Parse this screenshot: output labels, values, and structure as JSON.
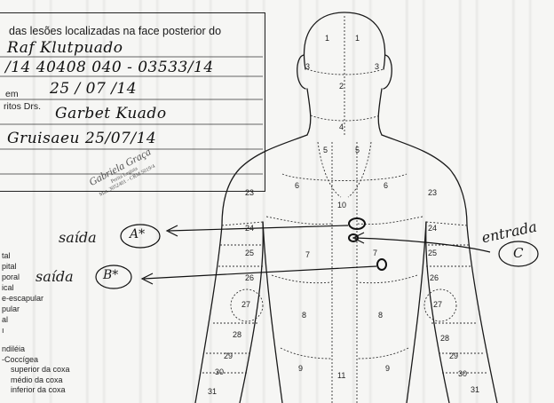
{
  "form": {
    "header": "das lesões localizadas na face posterior do",
    "handwritten_lines": [
      "Raf Klutpuado",
      "/14  40408   040 - 03533/14",
      "25 /    07          /14",
      "Garbet Kuado",
      "Gruisaeu            25/07/14"
    ],
    "printed_labels": [
      "em",
      "ritos Drs."
    ]
  },
  "stamp": {
    "name": "Gabriela Graça",
    "lines": [
      "Perita Legista",
      "Mat. 3052401 - CRM 5019/4"
    ]
  },
  "side_legend": {
    "upper": [
      "tal",
      "pital",
      "poral",
      "ical",
      "e-escapular",
      "pular",
      "al",
      "ı"
    ],
    "lower": [
      "ndiléia",
      "-Coccígea",
      "superior da coxa",
      "médio da coxa",
      "inferior da coxa"
    ]
  },
  "annotations": {
    "exit_a_word": "saída",
    "exit_a_marker": "A*",
    "exit_b_word": "saída",
    "exit_b_marker": "B*",
    "entry_word": "entrada",
    "entry_marker": "C"
  },
  "diagram_regions": [
    {
      "id": "r1a",
      "label": "1"
    },
    {
      "id": "r1b",
      "label": "1"
    },
    {
      "id": "r2",
      "label": "2"
    },
    {
      "id": "r3a",
      "label": "3"
    },
    {
      "id": "r3b",
      "label": "3"
    },
    {
      "id": "r4",
      "label": "4"
    },
    {
      "id": "r5a",
      "label": "5"
    },
    {
      "id": "r5b",
      "label": "5"
    },
    {
      "id": "r6a",
      "label": "6"
    },
    {
      "id": "r6b",
      "label": "6"
    },
    {
      "id": "r7a",
      "label": "7"
    },
    {
      "id": "r7b",
      "label": "7"
    },
    {
      "id": "r8a",
      "label": "8"
    },
    {
      "id": "r8b",
      "label": "8"
    },
    {
      "id": "r9a",
      "label": "9"
    },
    {
      "id": "r9b",
      "label": "9"
    },
    {
      "id": "r10",
      "label": "10"
    },
    {
      "id": "r11",
      "label": "11"
    },
    {
      "id": "r23a",
      "label": "23"
    },
    {
      "id": "r23b",
      "label": "23"
    },
    {
      "id": "r24a",
      "label": "24"
    },
    {
      "id": "r24b",
      "label": "24"
    },
    {
      "id": "r25a",
      "label": "25"
    },
    {
      "id": "r25b",
      "label": "25"
    },
    {
      "id": "r26a",
      "label": "26"
    },
    {
      "id": "r26b",
      "label": "26"
    },
    {
      "id": "r27a",
      "label": "27"
    },
    {
      "id": "r27b",
      "label": "27"
    },
    {
      "id": "r28a",
      "label": "28"
    },
    {
      "id": "r28b",
      "label": "28"
    },
    {
      "id": "r29a",
      "label": "29"
    },
    {
      "id": "r29b",
      "label": "29"
    },
    {
      "id": "r30a",
      "label": "30"
    },
    {
      "id": "r30b",
      "label": "30"
    },
    {
      "id": "r31a",
      "label": "31"
    },
    {
      "id": "r31b",
      "label": "31"
    }
  ]
}
